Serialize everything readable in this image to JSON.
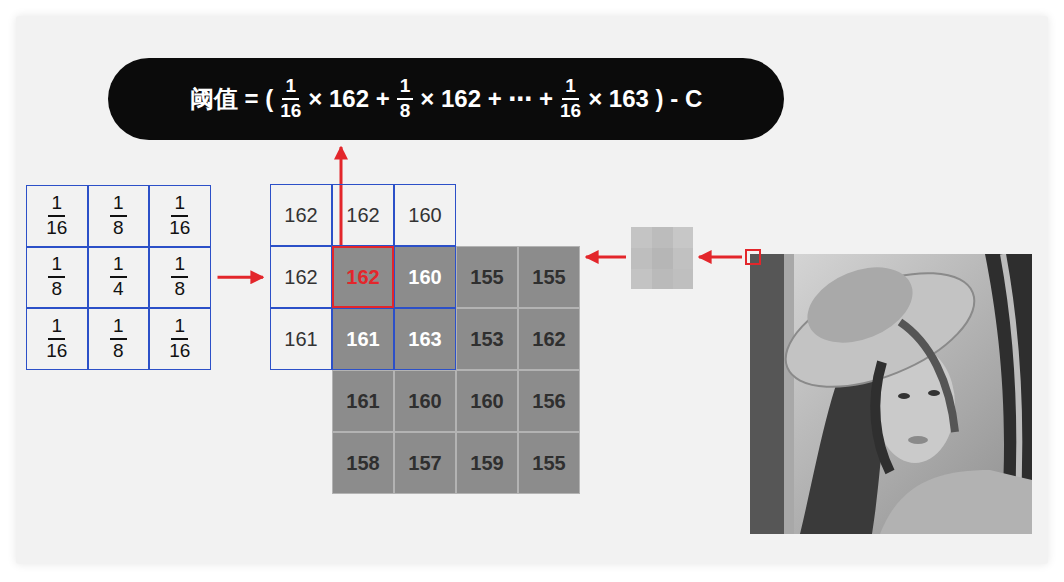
{
  "diagram": {
    "nodes": [
      {
        "text": [
          "阈值 = (",
          "1",
          "16",
          "× 162 +",
          "1",
          "8",
          "× 162 + ⋯ +",
          "1",
          "16",
          "× 163 ) - C"
        ]
      },
      {
        "text": [
          "1",
          "16"
        ]
      },
      {
        "text": [
          "1",
          "8"
        ]
      },
      {
        "text": [
          "1",
          "16"
        ]
      },
      {
        "text": [
          "1",
          "8"
        ]
      },
      {
        "text": [
          "1",
          "4"
        ]
      },
      {
        "text": [
          "1",
          "8"
        ]
      },
      {
        "text": [
          "1",
          "16"
        ]
      },
      {
        "text": [
          "1",
          "8"
        ]
      },
      {
        "text": [
          "1",
          "16"
        ]
      },
      {
        "text": [
          "162"
        ]
      },
      {
        "text": [
          "162"
        ]
      },
      {
        "text": [
          "160"
        ]
      },
      {
        "text": [
          "162"
        ]
      },
      {
        "text": [
          "162"
        ]
      },
      {
        "text": [
          "160"
        ]
      },
      {
        "text": [
          "155"
        ]
      },
      {
        "text": [
          "155"
        ]
      },
      {
        "text": [
          "161"
        ]
      },
      {
        "text": [
          "161"
        ]
      },
      {
        "text": [
          "163"
        ]
      },
      {
        "text": [
          "153"
        ]
      },
      {
        "text": [
          "162"
        ]
      },
      {
        "text": [
          "161"
        ]
      },
      {
        "text": [
          "160"
        ]
      },
      {
        "text": [
          "160"
        ]
      },
      {
        "text": [
          "156"
        ]
      },
      {
        "text": [
          "158"
        ]
      },
      {
        "text": [
          "157"
        ]
      },
      {
        "text": [
          "159"
        ]
      },
      {
        "text": [
          "155"
        ]
      }
    ],
    "edges": [
      {
        "from": 6,
        "to": 13,
        "arrow": "to"
      },
      {
        "from": 14,
        "to": 0,
        "arrow": "to"
      }
    ]
  }
}
